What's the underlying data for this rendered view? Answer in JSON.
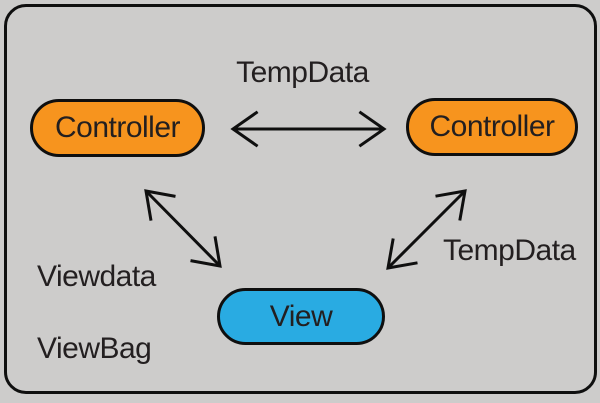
{
  "diagram": {
    "nodes": {
      "controller_left": {
        "label": "Controller"
      },
      "controller_right": {
        "label": "Controller"
      },
      "view": {
        "label": "View"
      }
    },
    "edges": {
      "controller_to_controller": {
        "label": "TempData",
        "style": "double-headed-arrow"
      },
      "controller_left_to_view": {
        "label_line1": "Viewdata",
        "label_line2": "ViewBag",
        "style": "double-headed-arrow"
      },
      "controller_right_to_view": {
        "label": "TempData",
        "style": "double-headed-arrow"
      }
    },
    "colors": {
      "background": "#cdcccb",
      "controller_fill": "#f7941e",
      "view_fill": "#29abe2",
      "stroke": "#0f0f0f",
      "text": "#231f20"
    }
  }
}
